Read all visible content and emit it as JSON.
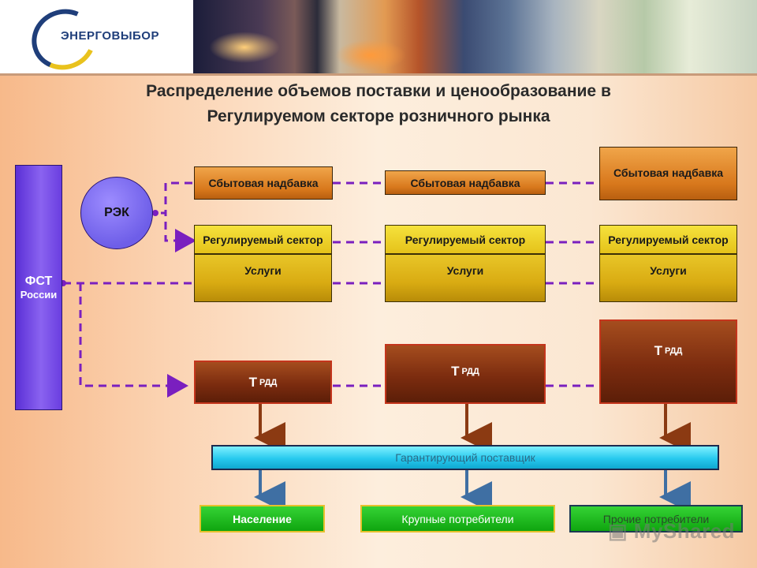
{
  "header": {
    "logo_text": "ЭНЕРГОВЫБОР",
    "title_line1": "Распределение объемов поставки и ценообразование в",
    "title_line2": "Регулируемом секторе розничного рынка"
  },
  "nodes": {
    "fst_main": "ФСТ",
    "fst_sub": "России",
    "rek": "РЭК",
    "markup": "Сбытовая надбавка",
    "regulated_sector": "Регулируемый сектор",
    "services": "Услуги",
    "t_main": "Т",
    "t_sub": "РДД",
    "guaranteeing_supplier": "Гарантирующий поставщик",
    "consumers": [
      "Население",
      "Крупные потребители",
      "Прочие потребители"
    ]
  },
  "watermark": "MyShared",
  "colors": {
    "dashed_line": "#7a1fbf",
    "arrow_brown": "#8b3a12",
    "arrow_blue": "#3f6fa3"
  }
}
